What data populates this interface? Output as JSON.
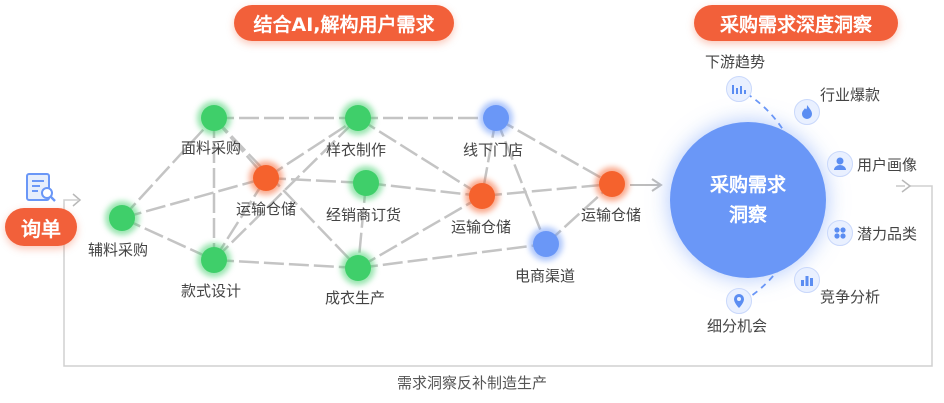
{
  "headers": {
    "left": "结合AI,解构用户需求",
    "right": "采购需求深度洞察"
  },
  "start": {
    "label": "询单"
  },
  "nodes": {
    "fuliao": "辅料采购",
    "mianliao": "面料采购",
    "kuanshi": "款式设计",
    "yunshu1": "运输仓储",
    "yangyi": "样衣制作",
    "jingxiao": "经销商订货",
    "chengyi": "成衣生产",
    "xianxia": "线下门店",
    "yunshu2": "运输仓储",
    "dianshang": "电商渠道",
    "yunshu3": "运输仓储"
  },
  "center": {
    "line1": "采购需求",
    "line2": "洞察"
  },
  "insights": {
    "xiayou": "下游趋势",
    "hangye": "行业爆款",
    "yonghu": "用户画像",
    "qianli": "潜力品类",
    "jingzheng": "竞争分析",
    "xifen": "细分机会"
  },
  "footer": "需求洞察反补制造生产",
  "colors": {
    "accent": "#f2603a",
    "green": "#3fcf6a",
    "orange": "#f5622d",
    "blue": "#6a97f7",
    "edge": "#c4c4c4"
  },
  "icons": {
    "start": "document-search-icon",
    "xiayou": "bar-chart-icon",
    "hangye": "flame-icon",
    "yonghu": "user-icon",
    "qianli": "grid-icon",
    "jingzheng": "column-chart-icon",
    "xifen": "location-pin-icon"
  }
}
